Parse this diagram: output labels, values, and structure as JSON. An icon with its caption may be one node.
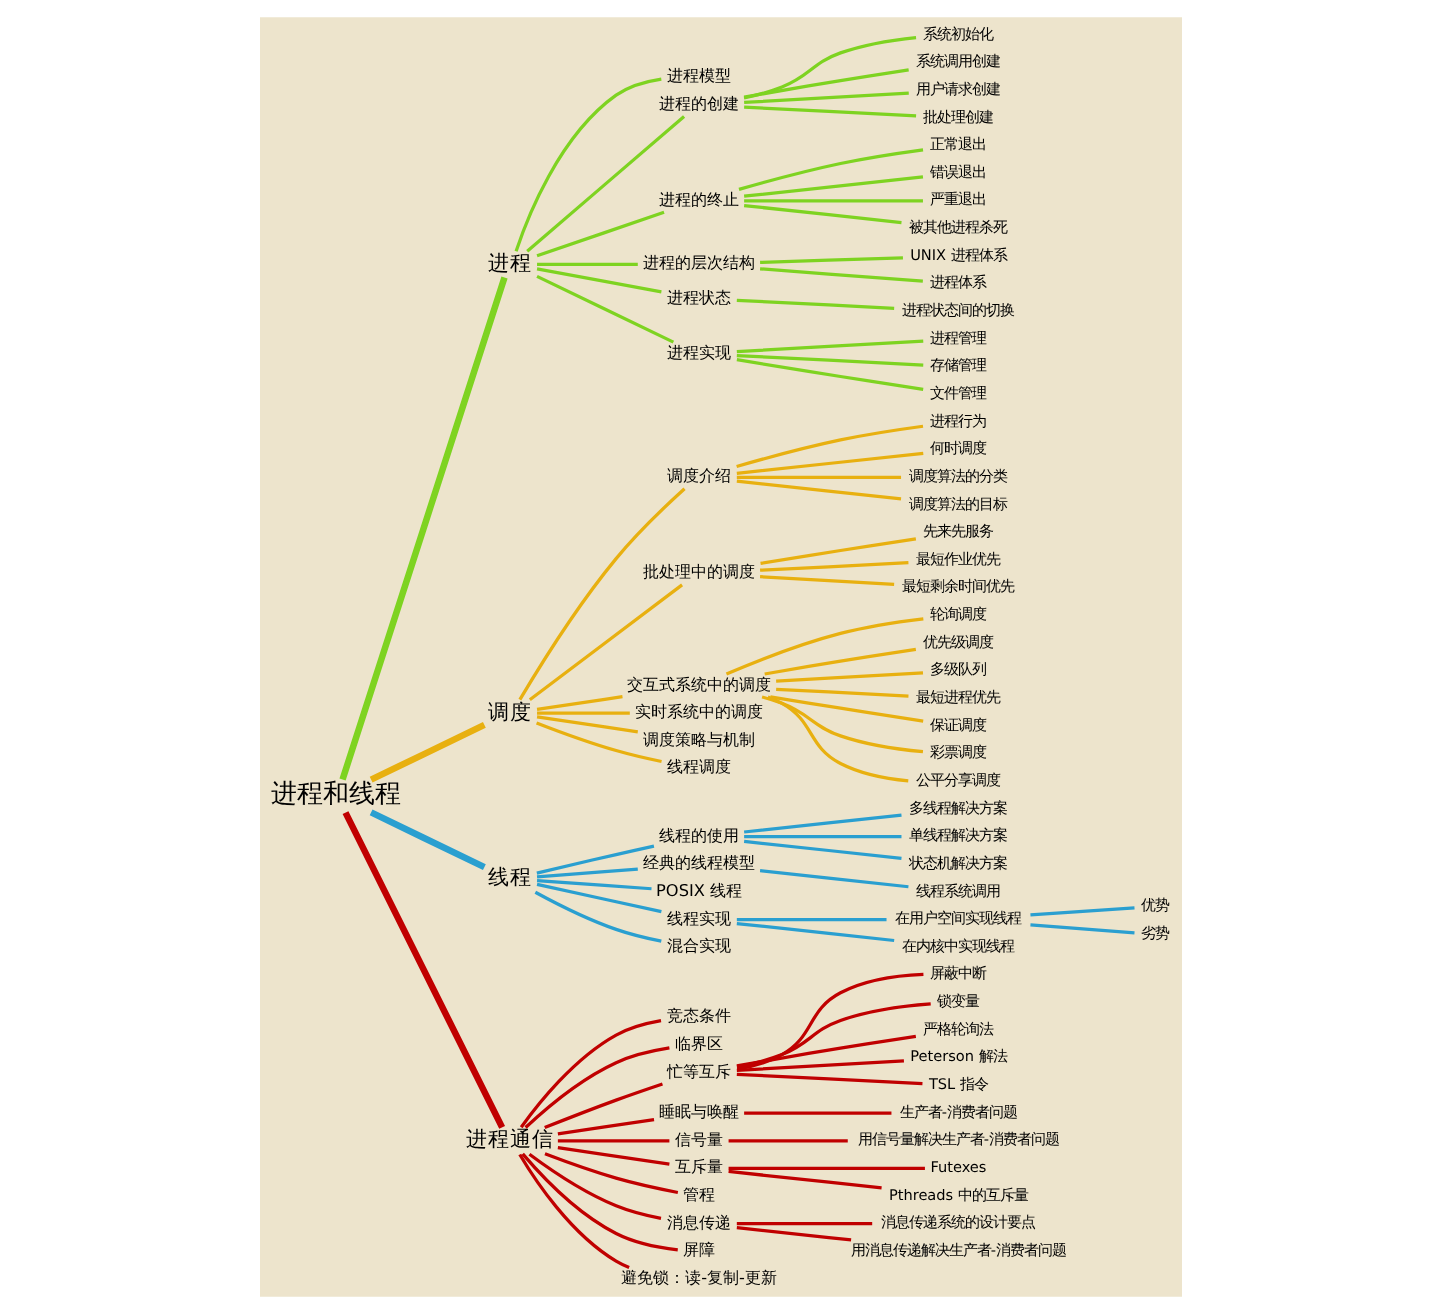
{
  "diagram": {
    "nodes": [
      {
        "text": [
          "进程和线程"
        ]
      },
      {
        "text": [
          "进程"
        ]
      },
      {
        "text": [
          "进程模型"
        ]
      },
      {
        "text": [
          "进程的创建"
        ]
      },
      {
        "text": [
          "系统初始化"
        ]
      },
      {
        "text": [
          "系统调用创建"
        ]
      },
      {
        "text": [
          "用户请求创建"
        ]
      },
      {
        "text": [
          "批处理创建"
        ]
      },
      {
        "text": [
          "进程的终止"
        ]
      },
      {
        "text": [
          "正常退出"
        ]
      },
      {
        "text": [
          "错误退出"
        ]
      },
      {
        "text": [
          "严重退出"
        ]
      },
      {
        "text": [
          "被其他进程杀死"
        ]
      },
      {
        "text": [
          "进程的层次结构"
        ]
      },
      {
        "text": [
          "UNIX 进程体系"
        ]
      },
      {
        "text": [
          "进程体系"
        ]
      },
      {
        "text": [
          "进程状态"
        ]
      },
      {
        "text": [
          "进程状态间的切换"
        ]
      },
      {
        "text": [
          "进程实现"
        ]
      },
      {
        "text": [
          "进程管理"
        ]
      },
      {
        "text": [
          "存储管理"
        ]
      },
      {
        "text": [
          "文件管理"
        ]
      },
      {
        "text": [
          "调度"
        ]
      },
      {
        "text": [
          "调度介绍"
        ]
      },
      {
        "text": [
          "进程行为"
        ]
      },
      {
        "text": [
          "何时调度"
        ]
      },
      {
        "text": [
          "调度算法的分类"
        ]
      },
      {
        "text": [
          "调度算法的目标"
        ]
      },
      {
        "text": [
          "批处理中的调度"
        ]
      },
      {
        "text": [
          "先来先服务"
        ]
      },
      {
        "text": [
          "最短作业优先"
        ]
      },
      {
        "text": [
          "最短剩余时间优先"
        ]
      },
      {
        "text": [
          "交互式系统中的调度"
        ]
      },
      {
        "text": [
          "轮询调度"
        ]
      },
      {
        "text": [
          "优先级调度"
        ]
      },
      {
        "text": [
          "多级队列"
        ]
      },
      {
        "text": [
          "最短进程优先"
        ]
      },
      {
        "text": [
          "保证调度"
        ]
      },
      {
        "text": [
          "彩票调度"
        ]
      },
      {
        "text": [
          "公平分享调度"
        ]
      },
      {
        "text": [
          "实时系统中的调度"
        ]
      },
      {
        "text": [
          "调度策略与机制"
        ]
      },
      {
        "text": [
          "线程调度"
        ]
      },
      {
        "text": [
          "线程"
        ]
      },
      {
        "text": [
          "线程的使用"
        ]
      },
      {
        "text": [
          "多线程解决方案"
        ]
      },
      {
        "text": [
          "单线程解决方案"
        ]
      },
      {
        "text": [
          "状态机解决方案"
        ]
      },
      {
        "text": [
          "经典的线程模型"
        ]
      },
      {
        "text": [
          "线程系统调用"
        ]
      },
      {
        "text": [
          "POSIX 线程"
        ]
      },
      {
        "text": [
          "线程实现"
        ]
      },
      {
        "text": [
          "在用户空间实现线程"
        ]
      },
      {
        "text": [
          "优势"
        ]
      },
      {
        "text": [
          "劣势"
        ]
      },
      {
        "text": [
          "在内核中实现线程"
        ]
      },
      {
        "text": [
          "混合实现"
        ]
      },
      {
        "text": [
          "进程通信"
        ]
      },
      {
        "text": [
          "竞态条件"
        ]
      },
      {
        "text": [
          "临界区"
        ]
      },
      {
        "text": [
          "忙等互斥"
        ]
      },
      {
        "text": [
          "屏蔽中断"
        ]
      },
      {
        "text": [
          "锁变量"
        ]
      },
      {
        "text": [
          "严格轮询法"
        ]
      },
      {
        "text": [
          "Peterson 解法"
        ]
      },
      {
        "text": [
          "TSL 指令"
        ]
      },
      {
        "text": [
          "睡眠与唤醒"
        ]
      },
      {
        "text": [
          "生产者-消费者问题"
        ]
      },
      {
        "text": [
          "信号量"
        ]
      },
      {
        "text": [
          "用信号量解决生产者-消费者问题"
        ]
      },
      {
        "text": [
          "互斥量"
        ]
      },
      {
        "text": [
          "Futexes"
        ]
      },
      {
        "text": [
          "Pthreads 中的互斥量"
        ]
      },
      {
        "text": [
          "管程"
        ]
      },
      {
        "text": [
          "消息传递"
        ]
      },
      {
        "text": [
          "消息传递系统的设计要点"
        ]
      },
      {
        "text": [
          "用消息传递解决生产者-消费者问题"
        ]
      },
      {
        "text": [
          "屏障"
        ]
      },
      {
        "text": [
          "避免锁：读-复制-更新"
        ]
      }
    ],
    "edges": [
      {
        "from": 0,
        "to": 1,
        "arrow": "none",
        "style": "thick",
        "color": "#7ed321"
      },
      {
        "from": 1,
        "to": 2,
        "arrow": "none",
        "color": "#7ed321"
      },
      {
        "from": 1,
        "to": 3,
        "arrow": "none",
        "color": "#7ed321"
      },
      {
        "from": 3,
        "to": 4,
        "arrow": "none",
        "color": "#7ed321"
      },
      {
        "from": 3,
        "to": 5,
        "arrow": "none",
        "color": "#7ed321"
      },
      {
        "from": 3,
        "to": 6,
        "arrow": "none",
        "color": "#7ed321"
      },
      {
        "from": 3,
        "to": 7,
        "arrow": "none",
        "color": "#7ed321"
      },
      {
        "from": 1,
        "to": 8,
        "arrow": "none",
        "color": "#7ed321"
      },
      {
        "from": 8,
        "to": 9,
        "arrow": "none",
        "color": "#7ed321"
      },
      {
        "from": 8,
        "to": 10,
        "arrow": "none",
        "color": "#7ed321"
      },
      {
        "from": 8,
        "to": 11,
        "arrow": "none",
        "color": "#7ed321"
      },
      {
        "from": 8,
        "to": 12,
        "arrow": "none",
        "color": "#7ed321"
      },
      {
        "from": 1,
        "to": 13,
        "arrow": "none",
        "color": "#7ed321"
      },
      {
        "from": 13,
        "to": 14,
        "arrow": "none",
        "color": "#7ed321"
      },
      {
        "from": 13,
        "to": 15,
        "arrow": "none",
        "color": "#7ed321"
      },
      {
        "from": 1,
        "to": 16,
        "arrow": "none",
        "color": "#7ed321"
      },
      {
        "from": 16,
        "to": 17,
        "arrow": "none",
        "color": "#7ed321"
      },
      {
        "from": 1,
        "to": 18,
        "arrow": "none",
        "color": "#7ed321"
      },
      {
        "from": 18,
        "to": 19,
        "arrow": "none",
        "color": "#7ed321"
      },
      {
        "from": 18,
        "to": 20,
        "arrow": "none",
        "color": "#7ed321"
      },
      {
        "from": 18,
        "to": 21,
        "arrow": "none",
        "color": "#7ed321"
      },
      {
        "from": 0,
        "to": 22,
        "arrow": "none",
        "style": "thick",
        "color": "#e8b010"
      },
      {
        "from": 22,
        "to": 23,
        "arrow": "none",
        "color": "#e8b010"
      },
      {
        "from": 23,
        "to": 24,
        "arrow": "none",
        "color": "#e8b010"
      },
      {
        "from": 23,
        "to": 25,
        "arrow": "none",
        "color": "#e8b010"
      },
      {
        "from": 23,
        "to": 26,
        "arrow": "none",
        "color": "#e8b010"
      },
      {
        "from": 23,
        "to": 27,
        "arrow": "none",
        "color": "#e8b010"
      },
      {
        "from": 22,
        "to": 28,
        "arrow": "none",
        "color": "#e8b010"
      },
      {
        "from": 28,
        "to": 29,
        "arrow": "none",
        "color": "#e8b010"
      },
      {
        "from": 28,
        "to": 30,
        "arrow": "none",
        "color": "#e8b010"
      },
      {
        "from": 28,
        "to": 31,
        "arrow": "none",
        "color": "#e8b010"
      },
      {
        "from": 22,
        "to": 32,
        "arrow": "none",
        "color": "#e8b010"
      },
      {
        "from": 32,
        "to": 33,
        "arrow": "none",
        "color": "#e8b010"
      },
      {
        "from": 32,
        "to": 34,
        "arrow": "none",
        "color": "#e8b010"
      },
      {
        "from": 32,
        "to": 35,
        "arrow": "none",
        "color": "#e8b010"
      },
      {
        "from": 32,
        "to": 36,
        "arrow": "none",
        "color": "#e8b010"
      },
      {
        "from": 32,
        "to": 37,
        "arrow": "none",
        "color": "#e8b010"
      },
      {
        "from": 32,
        "to": 38,
        "arrow": "none",
        "color": "#e8b010"
      },
      {
        "from": 32,
        "to": 39,
        "arrow": "none",
        "color": "#e8b010"
      },
      {
        "from": 22,
        "to": 40,
        "arrow": "none",
        "color": "#e8b010"
      },
      {
        "from": 22,
        "to": 41,
        "arrow": "none",
        "color": "#e8b010"
      },
      {
        "from": 22,
        "to": 42,
        "arrow": "none",
        "color": "#e8b010"
      },
      {
        "from": 0,
        "to": 43,
        "arrow": "none",
        "style": "thick",
        "color": "#2a9fd0"
      },
      {
        "from": 43,
        "to": 44,
        "arrow": "none",
        "color": "#2a9fd0"
      },
      {
        "from": 44,
        "to": 45,
        "arrow": "none",
        "color": "#2a9fd0"
      },
      {
        "from": 44,
        "to": 46,
        "arrow": "none",
        "color": "#2a9fd0"
      },
      {
        "from": 44,
        "to": 47,
        "arrow": "none",
        "color": "#2a9fd0"
      },
      {
        "from": 43,
        "to": 48,
        "arrow": "none",
        "color": "#2a9fd0"
      },
      {
        "from": 48,
        "to": 49,
        "arrow": "none",
        "color": "#2a9fd0"
      },
      {
        "from": 43,
        "to": 50,
        "arrow": "none",
        "color": "#2a9fd0"
      },
      {
        "from": 43,
        "to": 51,
        "arrow": "none",
        "color": "#2a9fd0"
      },
      {
        "from": 51,
        "to": 52,
        "arrow": "none",
        "color": "#2a9fd0"
      },
      {
        "from": 52,
        "to": 53,
        "arrow": "none",
        "color": "#2a9fd0"
      },
      {
        "from": 52,
        "to": 54,
        "arrow": "none",
        "color": "#2a9fd0"
      },
      {
        "from": 51,
        "to": 55,
        "arrow": "none",
        "color": "#2a9fd0"
      },
      {
        "from": 43,
        "to": 56,
        "arrow": "none",
        "color": "#2a9fd0"
      },
      {
        "from": 0,
        "to": 57,
        "arrow": "none",
        "style": "thick",
        "color": "#c00000"
      },
      {
        "from": 57,
        "to": 58,
        "arrow": "none",
        "color": "#c00000"
      },
      {
        "from": 57,
        "to": 59,
        "arrow": "none",
        "color": "#c00000"
      },
      {
        "from": 57,
        "to": 60,
        "arrow": "none",
        "color": "#c00000"
      },
      {
        "from": 60,
        "to": 61,
        "arrow": "none",
        "color": "#c00000"
      },
      {
        "from": 60,
        "to": 62,
        "arrow": "none",
        "color": "#c00000"
      },
      {
        "from": 60,
        "to": 63,
        "arrow": "none",
        "color": "#c00000"
      },
      {
        "from": 60,
        "to": 64,
        "arrow": "none",
        "color": "#c00000"
      },
      {
        "from": 60,
        "to": 65,
        "arrow": "none",
        "color": "#c00000"
      },
      {
        "from": 57,
        "to": 66,
        "arrow": "none",
        "color": "#c00000"
      },
      {
        "from": 66,
        "to": 67,
        "arrow": "none",
        "color": "#c00000"
      },
      {
        "from": 57,
        "to": 68,
        "arrow": "none",
        "color": "#c00000"
      },
      {
        "from": 68,
        "to": 69,
        "arrow": "none",
        "color": "#c00000"
      },
      {
        "from": 57,
        "to": 70,
        "arrow": "none",
        "color": "#c00000"
      },
      {
        "from": 70,
        "to": 71,
        "arrow": "none",
        "color": "#c00000"
      },
      {
        "from": 70,
        "to": 72,
        "arrow": "none",
        "color": "#c00000"
      },
      {
        "from": 57,
        "to": 73,
        "arrow": "none",
        "color": "#c00000"
      },
      {
        "from": 57,
        "to": 74,
        "arrow": "none",
        "color": "#c00000"
      },
      {
        "from": 74,
        "to": 75,
        "arrow": "none",
        "color": "#c00000"
      },
      {
        "from": 74,
        "to": 76,
        "arrow": "none",
        "color": "#c00000"
      },
      {
        "from": 57,
        "to": 77,
        "arrow": "none",
        "color": "#c00000"
      },
      {
        "from": 57,
        "to": 78,
        "arrow": "none",
        "color": "#c00000"
      }
    ]
  }
}
